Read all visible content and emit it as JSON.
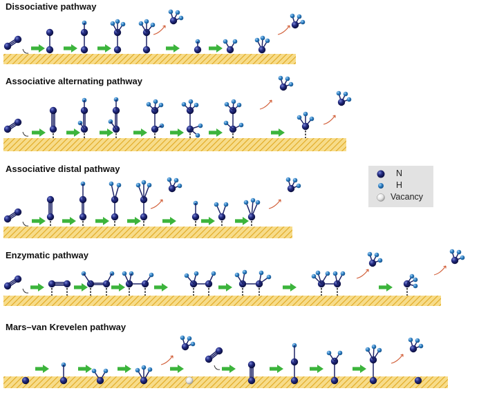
{
  "pathways": [
    {
      "title": "Dissociative pathway"
    },
    {
      "title": "Associative alternating pathway"
    },
    {
      "title": "Associative distal pathway"
    },
    {
      "title": "Enzymatic pathway"
    },
    {
      "title": "Mars–van Krevelen pathway"
    }
  ],
  "legend": {
    "n_label": "N",
    "h_label": "H",
    "vacancy_label": "Vacancy"
  },
  "colors": {
    "nitrogen": "#1b1f6b",
    "hydrogen": "#2f82c8",
    "arrow": "#3cb43c",
    "surface": "#f4cc5c",
    "curve": "#d2603a",
    "legend_bg": "#e2e2e2"
  }
}
